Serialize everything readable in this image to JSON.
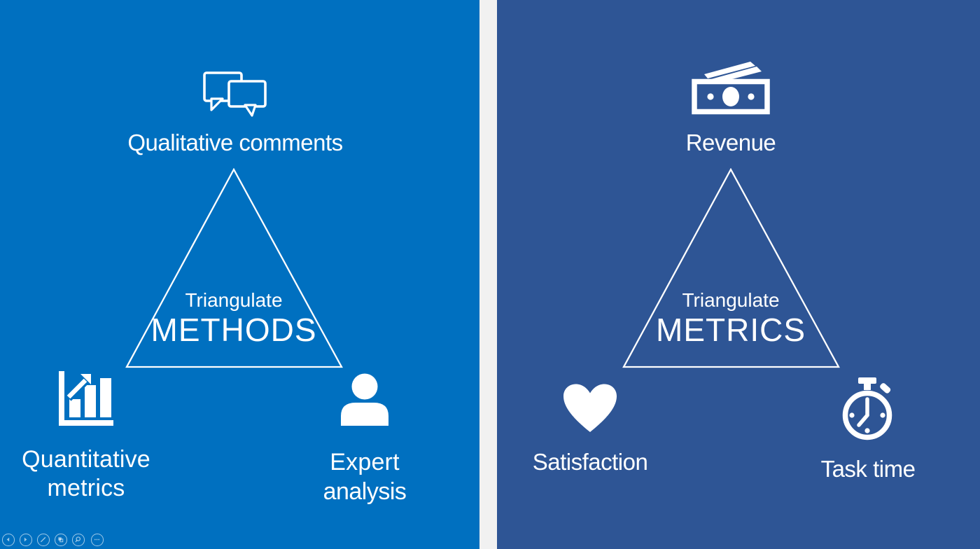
{
  "colors": {
    "left_slide_bg": "#0070C0",
    "right_slide_bg": "#2E5595",
    "divider": "#F1F1F1",
    "text": "#FFFFFF"
  },
  "slides": [
    {
      "id": "methods-slide",
      "top": {
        "icon": "speech-bubbles-icon",
        "label": "Qualitative comments"
      },
      "triangle": {
        "line1": "Triangulate",
        "line2": "METHODS"
      },
      "bottom_left": {
        "icon": "bar-chart-icon",
        "line1": "Quantitative",
        "line2": "metrics"
      },
      "bottom_right": {
        "icon": "person-icon",
        "line1": "Expert",
        "line2": "analysis"
      }
    },
    {
      "id": "metrics-slide",
      "top": {
        "icon": "money-icon",
        "label": "Revenue"
      },
      "triangle": {
        "line1": "Triangulate",
        "line2": "METRICS"
      },
      "bottom_left": {
        "icon": "heart-icon",
        "label": "Satisfaction"
      },
      "bottom_right": {
        "icon": "stopwatch-icon",
        "label": "Task time"
      }
    }
  ],
  "toolbar": {
    "buttons": [
      {
        "name": "previous-slide",
        "icon": "chevron-left-icon"
      },
      {
        "name": "next-slide",
        "icon": "chevron-right-icon"
      },
      {
        "name": "pen-tools",
        "icon": "pen-icon"
      },
      {
        "name": "see-all-slides",
        "icon": "slides-icon"
      },
      {
        "name": "zoom-slide",
        "icon": "magnifier-icon"
      },
      {
        "name": "more-options",
        "icon": "ellipsis-icon"
      }
    ]
  }
}
